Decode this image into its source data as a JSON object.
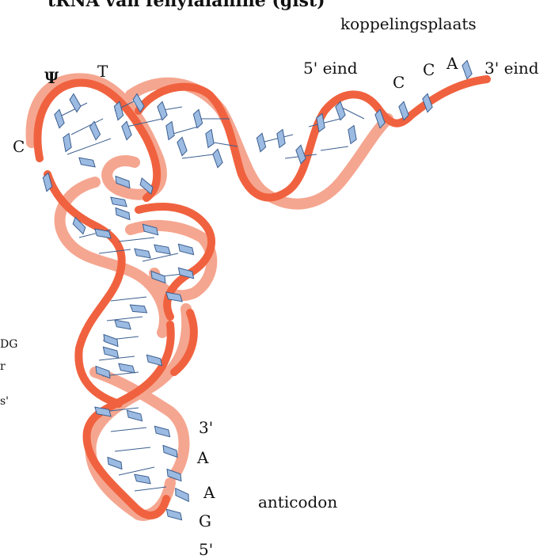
{
  "title": "tRNA van fenylalanine (gist)",
  "colors": {
    "ribbon_dark": "#f0623f",
    "ribbon_light": "#f5a690",
    "base_fill": "#9cbbe2",
    "base_stroke": "#3c5f90"
  },
  "labels": {
    "attachment_site": "koppelingsplaats",
    "five_prime_end": "5' eind",
    "three_prime_end": "3' eind",
    "acceptor_c1": "C",
    "acceptor_c2": "C",
    "acceptor_a": "A",
    "psi": "Ψ",
    "t_loop": "T",
    "c_loop": "C",
    "anticodon_label": "anticodon",
    "anticodon_three_prime": "3'",
    "anticodon_a1": "A",
    "anticodon_a2": "A",
    "anticodon_g": "G",
    "anticodon_five_prime": "5'"
  },
  "edge_fragments": [
    "DG",
    "r",
    "s'"
  ]
}
